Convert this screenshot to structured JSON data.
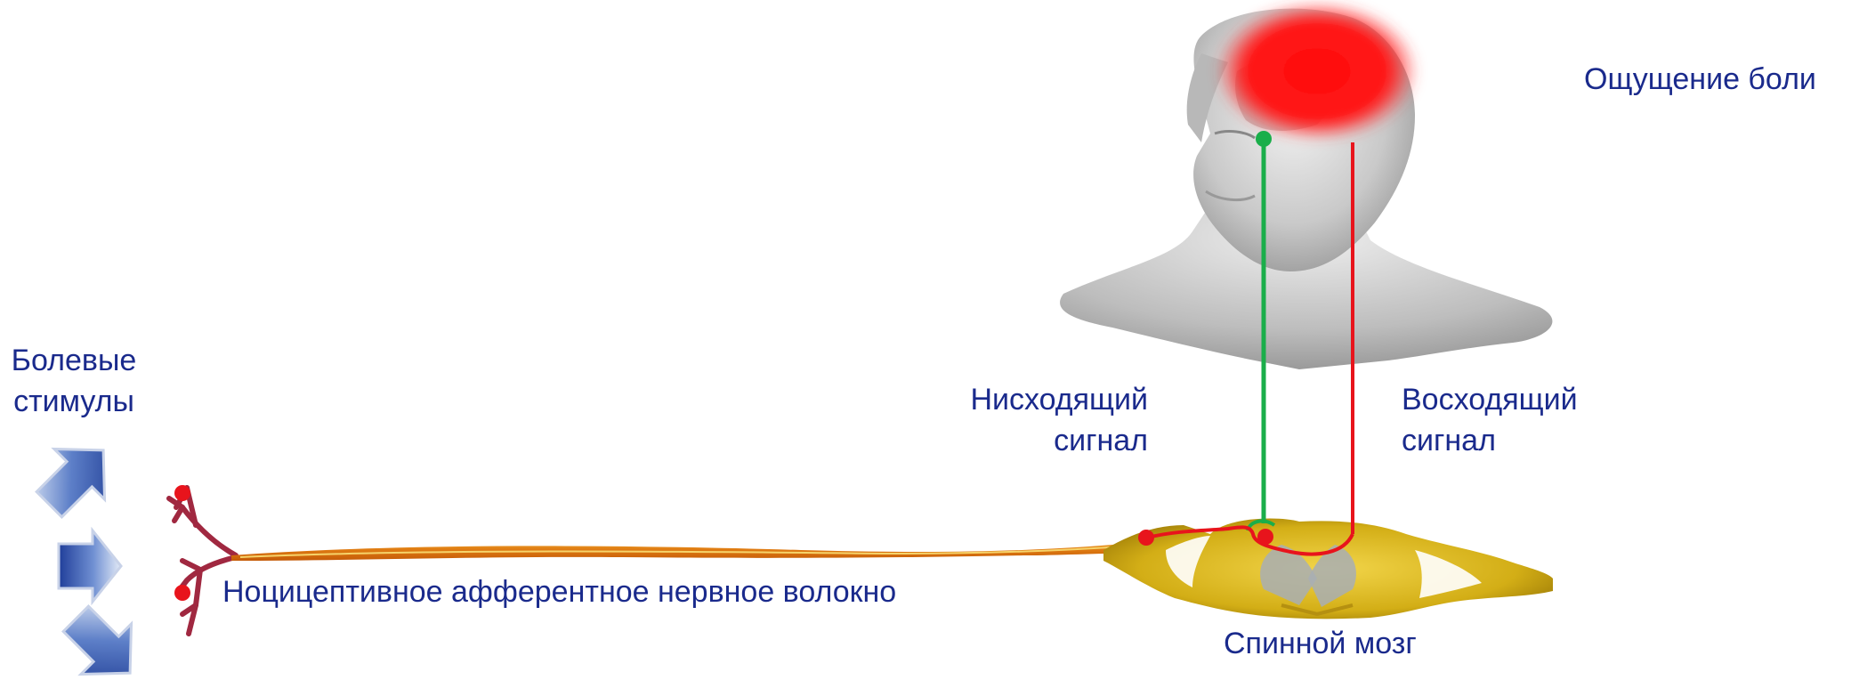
{
  "labels": {
    "pain_stimuli": [
      "Болевые",
      "стимулы"
    ],
    "pain_sensation": "Ощущение боли",
    "descending_signal": [
      "Нисходящий",
      "сигнал"
    ],
    "ascending_signal": [
      "Восходящий",
      "сигнал"
    ],
    "nociceptive_fiber": "Ноцицептивное афферентное нервное волокно",
    "spinal_cord": "Спинной мозг"
  },
  "colors": {
    "text": "#1a2a8c",
    "descending": "#1aae4a",
    "ascending": "#e8141c",
    "nerve": "#e0a41c",
    "spinal_cord": "#d8b418",
    "pain_area": "#ff1a1a",
    "arrows": "#2a4aa8"
  },
  "icons": [
    "stimulus-arrow-icon",
    "head-bust-icon",
    "spinal-cord-section-icon"
  ]
}
